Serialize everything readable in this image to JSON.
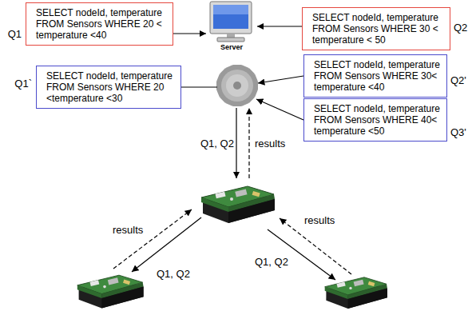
{
  "diagram": {
    "nodes": [
      {
        "text": [
          "Q1",
          "SELECT nodeId, temperature FROM Sensors WHERE 20 < temperature <40"
        ]
      },
      {
        "text": [
          "Server"
        ]
      },
      {
        "text": [
          "Q2",
          "SELECT nodeId, temperature FROM Sensors WHERE 30 < temperature < 50"
        ]
      },
      {
        "text": [
          "Q1`",
          "SELECT nodeId, temperature FROM Sensors WHERE 20 <temperature <30"
        ]
      },
      {
        "text": [
          "Q2'",
          "SELECT nodeId, temperature FROM Sensors WHERE 30< temperature <40"
        ]
      },
      {
        "text": [
          "Q3'",
          "SELECT nodeId, temperature FROM Sensors WHERE 40< temperature <50"
        ]
      }
    ],
    "edges": [
      {
        "from": 0,
        "to": 1,
        "arrow": "to"
      },
      {
        "from": 2,
        "to": 1,
        "arrow": "to"
      }
    ],
    "labels": [
      "Q1, Q2",
      "results",
      "results",
      "results",
      "Q1, Q2",
      "Q1, Q2"
    ]
  }
}
